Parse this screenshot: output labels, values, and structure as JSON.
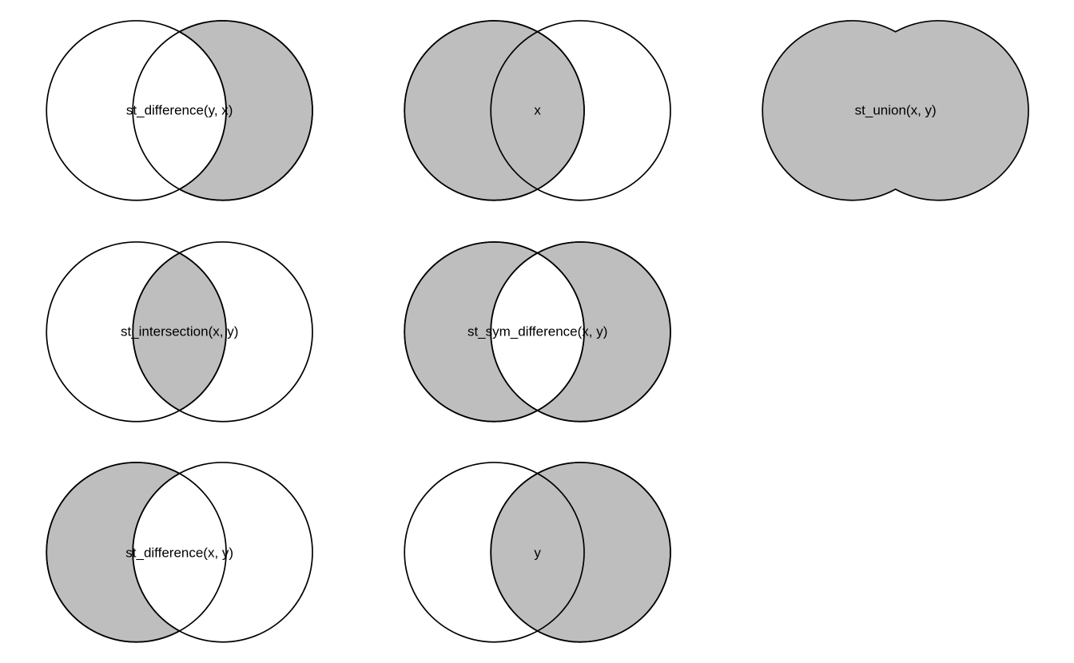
{
  "chart_data": {
    "type": "venn-set-operations-grid",
    "title": "",
    "description_visible_only": "Seven Venn-diagram panels illustrating spatial set operations on two overlapping circles x (left) and y (right)",
    "grid": {
      "rows": 3,
      "cols": 3,
      "filled_cells": 7,
      "empty_cells": [
        [
          2,
          3
        ],
        [
          3,
          3
        ]
      ]
    },
    "sets": [
      "x",
      "y"
    ],
    "colors": {
      "shaded_fill": "#bebebe",
      "outline": "#000000",
      "label_text": "#000000",
      "background": "#ffffff"
    },
    "panels": [
      {
        "cell": [
          1,
          1
        ],
        "label": "st_difference(y, x)",
        "region": "y-minus-x",
        "show_circle_outlines": true,
        "shaded": "y \\ x (right crescent)"
      },
      {
        "cell": [
          1,
          2
        ],
        "label": "x",
        "region": "circle-x",
        "show_circle_outlines": true,
        "shaded": "entire circle x"
      },
      {
        "cell": [
          1,
          3
        ],
        "label": "st_union(x, y)",
        "region": "union",
        "show_circle_outlines": false,
        "shaded": "x ∪ y (whole blob, union boundary only)"
      },
      {
        "cell": [
          2,
          1
        ],
        "label": "st_intersection(x, y)",
        "region": "intersection",
        "show_circle_outlines": true,
        "shaded": "x ∩ y (lens)"
      },
      {
        "cell": [
          2,
          2
        ],
        "label": "st_sym_difference(x, y)",
        "region": "sym-difference",
        "show_circle_outlines": true,
        "shaded": "both crescents, lens white"
      },
      {
        "cell": [
          3,
          1
        ],
        "label": "st_difference(x, y)",
        "region": "x-minus-y",
        "show_circle_outlines": true,
        "shaded": "x \\ y (left crescent)"
      },
      {
        "cell": [
          3,
          2
        ],
        "label": "y",
        "region": "circle-y",
        "show_circle_outlines": true,
        "shaded": "entire circle y"
      }
    ]
  }
}
